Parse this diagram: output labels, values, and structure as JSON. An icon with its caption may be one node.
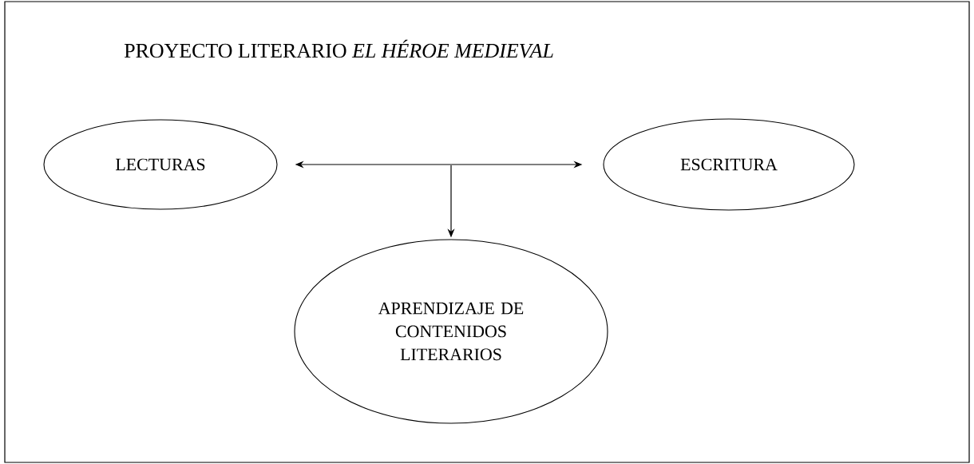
{
  "diagram": {
    "title": "PROYECTO LITERARIO *EL HÉROE MEDIEVAL*",
    "nodes": [
      {
        "text": [
          "LECTURAS"
        ]
      },
      {
        "text": [
          "ESCRITURA"
        ]
      },
      {
        "text": [
          "APRENDIZAJE DE CONTENIDOS LITERARIOS"
        ]
      }
    ],
    "edges": [
      {
        "from": 0,
        "to": 1,
        "arrow": "both"
      },
      {
        "from": null,
        "to": 2,
        "arrow": "to"
      }
    ]
  }
}
